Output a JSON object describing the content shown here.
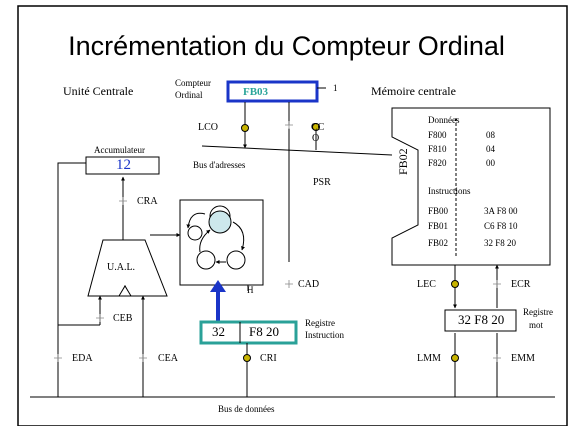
{
  "title": "Incrémentation du Compteur Ordinal",
  "sections": {
    "cpu": "Unité Centrale",
    "memory": "Mémoire centrale"
  },
  "pc": {
    "label_line1": "Compteur",
    "label_line2": "Ordinal",
    "value": "FB03",
    "plus_one": "1"
  },
  "accumulator": {
    "label": "Accumulateur",
    "value": "12"
  },
  "alu": {
    "label": "U.A.L."
  },
  "sequencer": {
    "clock_label": "H"
  },
  "instruction_register": {
    "opcode": "32",
    "operand": "F8 20",
    "label_line1": "Registre",
    "label_line2": "Instruction"
  },
  "memory": {
    "address_register": "FB02",
    "data_heading": "Données",
    "data_rows": [
      {
        "address": "F800",
        "value": "08"
      },
      {
        "address": "F810",
        "value": "04"
      },
      {
        "address": "F820",
        "value": "00"
      }
    ],
    "instructions_heading": "Instructions",
    "instruction_rows": [
      {
        "address": "FB00",
        "value": "3A F8 00"
      },
      {
        "address": "FB01",
        "value": "C6 F8 10"
      },
      {
        "address": "FB02",
        "value": "32 F8 20"
      }
    ]
  },
  "word_register": {
    "value": "32 F8 20",
    "label_line1": "Registre",
    "label_line2": "mot"
  },
  "buses": {
    "address_bus": "Bus d'adresses",
    "data_bus": "Bus de données"
  },
  "signals": {
    "lco": "LCO",
    "cco_line1": "CC",
    "cco_line2": "O",
    "psr": "PSR",
    "cra": "CRA",
    "cad": "CAD",
    "ceb": "CEB",
    "eda": "EDA",
    "cea": "CEA",
    "cri": "CRI",
    "lec": "LEC",
    "ecr": "ECR",
    "lmm": "LMM",
    "emm": "EMM"
  },
  "colors": {
    "pc_border": "#1a35c8",
    "pc_text": "#2ba59a",
    "ir_border": "#2aa198",
    "blue_arrow": "#1a35c8",
    "accumulator_text": "#1a35c8",
    "active_gate": "#c8b400",
    "sequencer_node": "#cde8ec"
  }
}
